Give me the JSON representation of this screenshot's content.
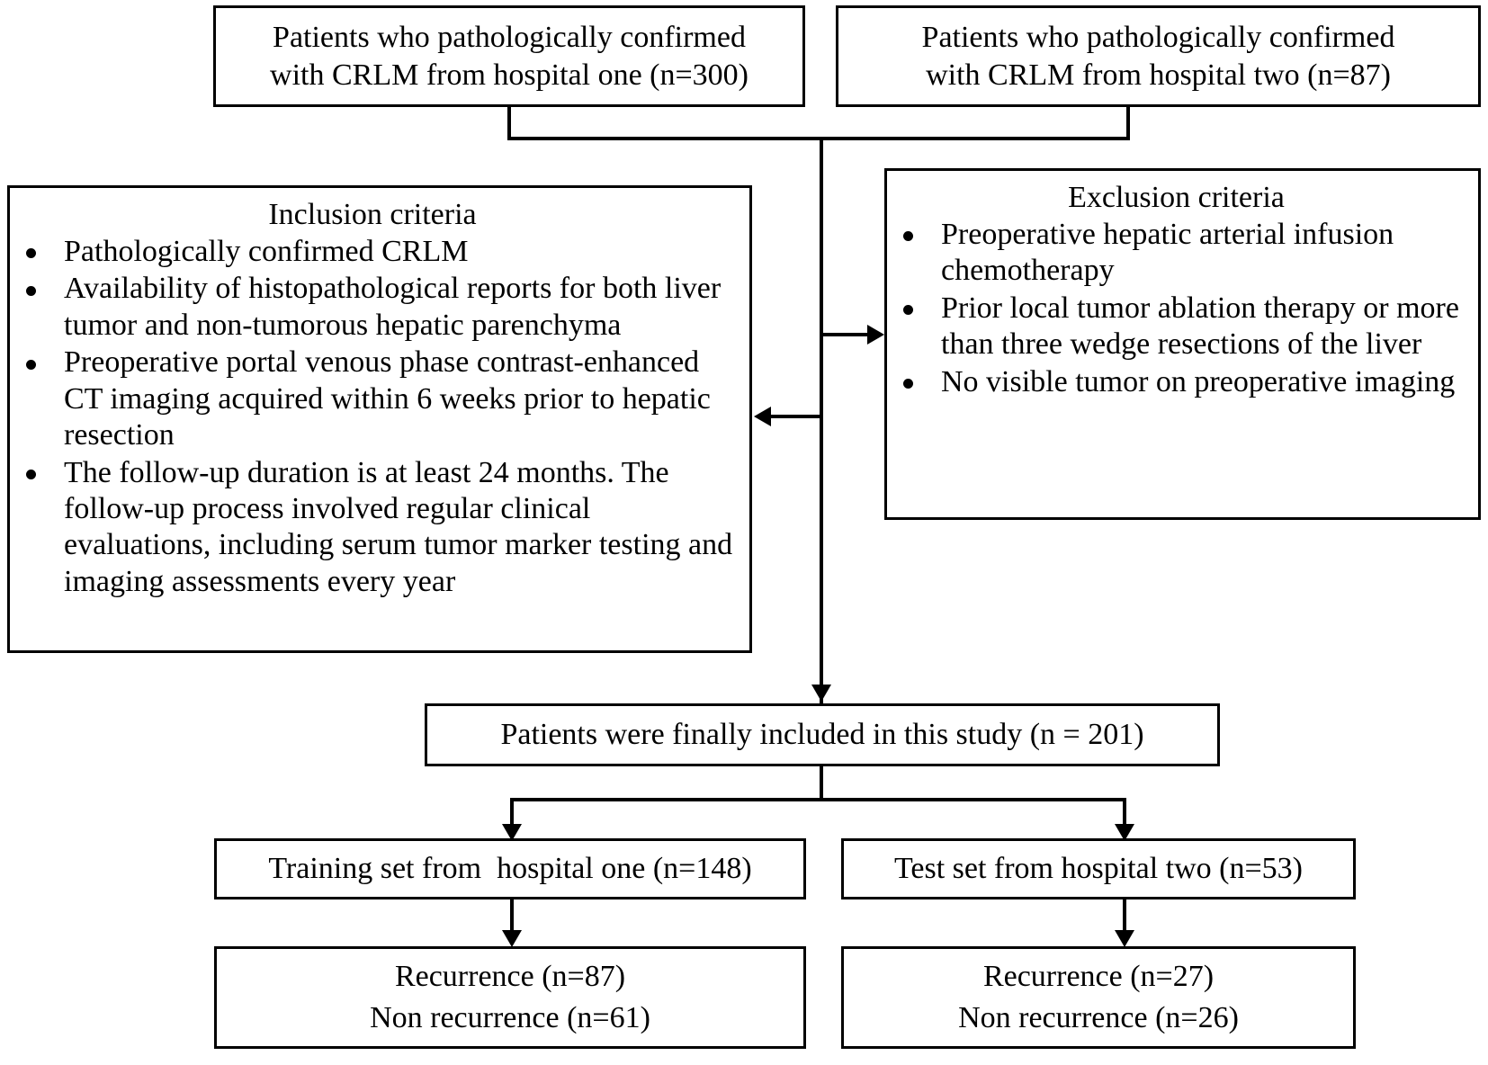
{
  "diagram": {
    "title": "Patient selection flowchart for CRLM recurrence study",
    "type": "flowchart",
    "colors": {
      "stroke": "#000000",
      "background": "#ffffff",
      "text": "#000000"
    },
    "source_boxes": [
      {
        "id": "hospital-one",
        "text": "Patients who pathologically confirmed\nwith CRLM from hospital one (n=300)",
        "n": 300
      },
      {
        "id": "hospital-two",
        "text": "Patients who pathologically confirmed\nwith CRLM from hospital two (n=87)",
        "n": 87
      }
    ],
    "inclusion": {
      "heading": "Inclusion criteria",
      "items": [
        "Pathologically confirmed CRLM",
        "Availability of histopathological reports for both liver tumor and non-tumorous hepatic parenchyma",
        "Preoperative portal venous phase contrast-enhanced CT imaging acquired within 6 weeks prior to hepatic resection",
        "The follow-up duration is at least 24 months. The follow-up process involved regular clinical evaluations, including serum tumor marker testing and imaging assessments every year"
      ]
    },
    "exclusion": {
      "heading": "Exclusion criteria",
      "items": [
        "Preoperative hepatic arterial infusion chemotherapy",
        "Prior local tumor ablation therapy or more than three wedge resections of the liver",
        "No visible tumor on preoperative imaging"
      ]
    },
    "included": {
      "text": "Patients were finally included in this study (n = 201)",
      "n": 201
    },
    "cohorts": [
      {
        "id": "training-set",
        "text": "Training set from  hospital one (n=148)",
        "n": 148
      },
      {
        "id": "test-set",
        "text": "Test set from hospital two (n=53)",
        "n": 53
      }
    ],
    "outcomes": [
      {
        "id": "training-outcome",
        "line1": "Recurrence (n=87)",
        "line2": "Non recurrence (n=61)",
        "recurrence": 87,
        "non_recurrence": 61
      },
      {
        "id": "test-outcome",
        "line1": "Recurrence (n=27)",
        "line2": "Non recurrence (n=26)",
        "recurrence": 27,
        "non_recurrence": 26
      }
    ]
  }
}
